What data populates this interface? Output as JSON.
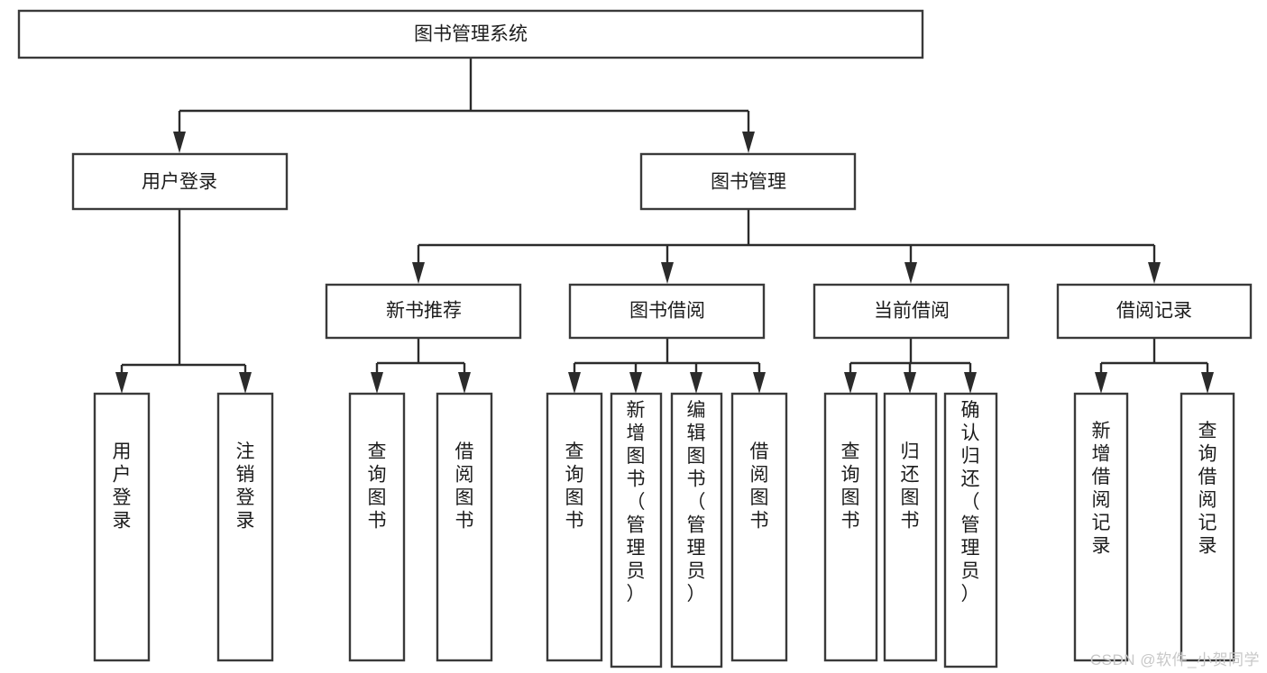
{
  "diagram": {
    "type": "tree-hierarchy",
    "title": "图书管理系统",
    "watermark": "CSDN @软件_小贺同学",
    "colors": {
      "box_stroke": "#3a3a3a",
      "box_fill": "#ffffff",
      "connector": "#2b2b2b",
      "text": "#1c1c1c",
      "watermark": "#c8c8c8",
      "background": "#ffffff"
    },
    "levels": [
      {
        "level": 0,
        "nodes": [
          {
            "id": "root",
            "label": "图书管理系统",
            "orientation": "horizontal"
          }
        ]
      },
      {
        "level": 1,
        "nodes": [
          {
            "id": "login",
            "label": "用户登录",
            "orientation": "horizontal",
            "parent": "root"
          },
          {
            "id": "bookmgmt",
            "label": "图书管理",
            "orientation": "horizontal",
            "parent": "root"
          }
        ]
      },
      {
        "level": 2,
        "nodes": [
          {
            "id": "newbook",
            "label": "新书推荐",
            "orientation": "horizontal",
            "parent": "bookmgmt"
          },
          {
            "id": "borrow",
            "label": "图书借阅",
            "orientation": "horizontal",
            "parent": "bookmgmt"
          },
          {
            "id": "current",
            "label": "当前借阅",
            "orientation": "horizontal",
            "parent": "bookmgmt"
          },
          {
            "id": "records",
            "label": "借阅记录",
            "orientation": "horizontal",
            "parent": "bookmgmt"
          }
        ]
      },
      {
        "level": 3,
        "nodes": [
          {
            "id": "leaf-user-login",
            "label": "用户登录",
            "orientation": "vertical",
            "parent": "login"
          },
          {
            "id": "leaf-user-logout",
            "label": "注销登录",
            "orientation": "vertical",
            "parent": "login"
          },
          {
            "id": "leaf-query-book-1",
            "label": "查询图书",
            "orientation": "vertical",
            "parent": "newbook"
          },
          {
            "id": "leaf-borrow-book-1",
            "label": "借阅图书",
            "orientation": "vertical",
            "parent": "newbook"
          },
          {
            "id": "leaf-query-book-2",
            "label": "查询图书",
            "orientation": "vertical",
            "parent": "borrow"
          },
          {
            "id": "leaf-add-book",
            "label": "新增图书（管理员）",
            "orientation": "vertical",
            "parent": "borrow"
          },
          {
            "id": "leaf-edit-book",
            "label": "编辑图书（管理员）",
            "orientation": "vertical",
            "parent": "borrow"
          },
          {
            "id": "leaf-borrow-book-2",
            "label": "借阅图书",
            "orientation": "vertical",
            "parent": "borrow"
          },
          {
            "id": "leaf-query-book-3",
            "label": "查询图书",
            "orientation": "vertical",
            "parent": "current"
          },
          {
            "id": "leaf-return-book",
            "label": "归还图书",
            "orientation": "vertical",
            "parent": "current"
          },
          {
            "id": "leaf-confirm-return",
            "label": "确认归还（管理员）",
            "orientation": "vertical",
            "parent": "current"
          },
          {
            "id": "leaf-add-record",
            "label": "新增借阅记录",
            "orientation": "vertical",
            "parent": "records"
          },
          {
            "id": "leaf-query-record",
            "label": "查询借阅记录",
            "orientation": "vertical",
            "parent": "records"
          }
        ]
      }
    ]
  }
}
